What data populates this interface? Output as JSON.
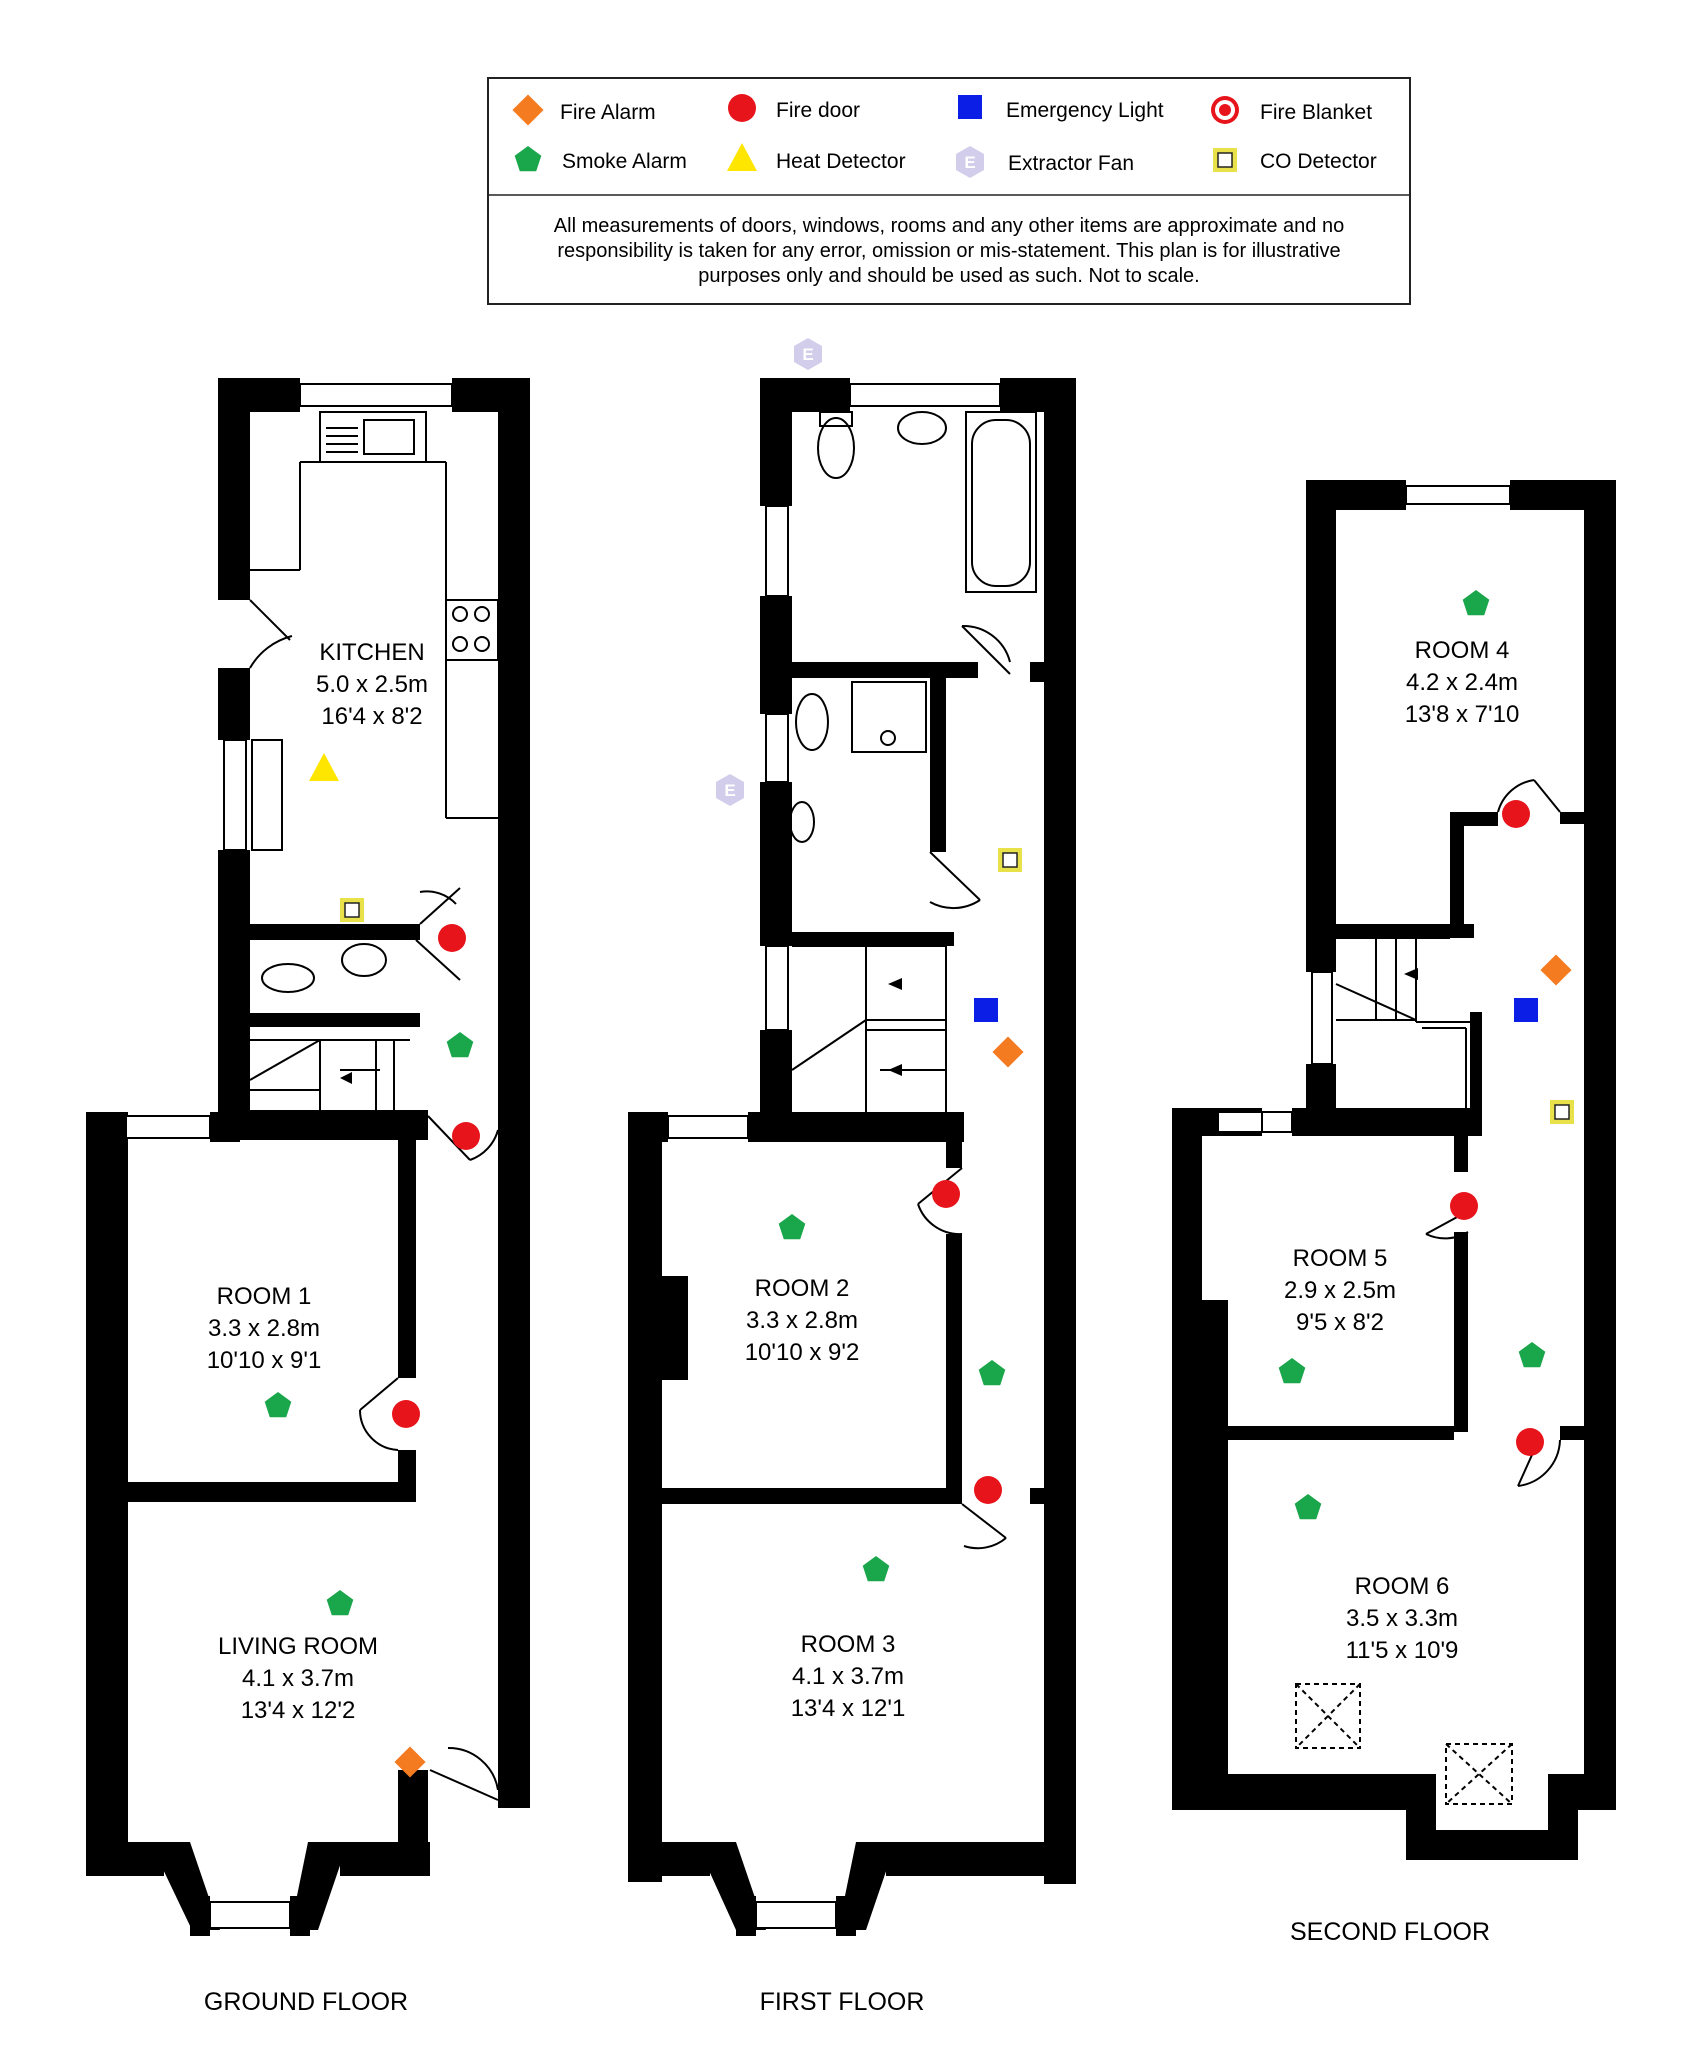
{
  "legend": {
    "items": [
      {
        "name": "fire-alarm",
        "label": "Fire Alarm"
      },
      {
        "name": "fire-door",
        "label": "Fire door"
      },
      {
        "name": "emergency-light",
        "label": "Emergency Light"
      },
      {
        "name": "fire-blanket",
        "label": "Fire Blanket"
      },
      {
        "name": "smoke-alarm",
        "label": "Smoke Alarm"
      },
      {
        "name": "heat-detector",
        "label": "Heat Detector"
      },
      {
        "name": "extractor-fan",
        "label": "Extractor Fan"
      },
      {
        "name": "co-detector",
        "label": "CO Detector"
      }
    ],
    "extractor_letter": "E",
    "disclaimer": [
      "All measurements of doors, windows, rooms and any other items are approximate and no",
      "responsibility is taken for any error, omission or mis-statement. This plan is for illustrative",
      "purposes only and should be used as such. Not to scale."
    ]
  },
  "colors": {
    "wall": "#000000",
    "fire_alarm": "#f47b20",
    "fire_door": "#e8141b",
    "emergency_light": "#0a1ee6",
    "smoke_alarm": "#1aa64a",
    "heat_detector": "#ffe600",
    "extractor_fan": "#c9c3e6",
    "co_detector": "#d9cc1f"
  },
  "floors": {
    "ground": {
      "label": "GROUND FLOOR",
      "rooms": [
        {
          "name": "KITCHEN",
          "metric": "5.0 x 2.5m",
          "imperial": "16'4 x 8'2"
        },
        {
          "name": "ROOM 1",
          "metric": "3.3 x 2.8m",
          "imperial": "10'10 x 9'1"
        },
        {
          "name": "LIVING ROOM",
          "metric": "4.1 x 3.7m",
          "imperial": "13'4 x 12'2"
        }
      ]
    },
    "first": {
      "label": "FIRST FLOOR",
      "rooms": [
        {
          "name": "ROOM 2",
          "metric": "3.3 x 2.8m",
          "imperial": "10'10 x 9'2"
        },
        {
          "name": "ROOM 3",
          "metric": "4.1 x 3.7m",
          "imperial": "13'4 x 12'1"
        }
      ]
    },
    "second": {
      "label": "SECOND FLOOR",
      "rooms": [
        {
          "name": "ROOM 4",
          "metric": "4.2 x 2.4m",
          "imperial": "13'8 x 7'10"
        },
        {
          "name": "ROOM 5",
          "metric": "2.9 x 2.5m",
          "imperial": "9'5 x 8'2"
        },
        {
          "name": "ROOM 6",
          "metric": "3.5 x 3.3m",
          "imperial": "11'5 x 10'9"
        }
      ]
    }
  }
}
